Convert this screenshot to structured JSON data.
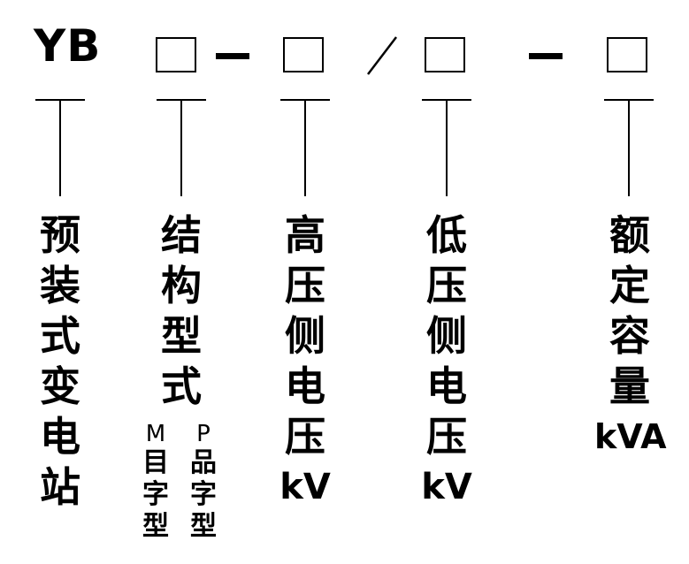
{
  "model_code": {
    "prefix": "YB",
    "separators": [
      "-",
      "/",
      "-"
    ]
  },
  "fields": [
    {
      "id": "type",
      "lines": [
        "预",
        "装",
        "式",
        "变",
        "电",
        "站"
      ]
    },
    {
      "id": "structure",
      "lines": [
        "结",
        "构",
        "型",
        "式"
      ],
      "options": [
        {
          "code": "M",
          "lines": [
            "目",
            "字",
            "型"
          ]
        },
        {
          "code": "P",
          "lines": [
            "品",
            "字",
            "型"
          ]
        }
      ]
    },
    {
      "id": "hv",
      "lines": [
        "高",
        "压",
        "侧",
        "电",
        "压",
        "kV"
      ]
    },
    {
      "id": "lv",
      "lines": [
        "低",
        "压",
        "侧",
        "电",
        "压",
        "kV"
      ]
    },
    {
      "id": "capacity",
      "lines": [
        "额",
        "定",
        "容",
        "量",
        "kVA"
      ]
    }
  ]
}
